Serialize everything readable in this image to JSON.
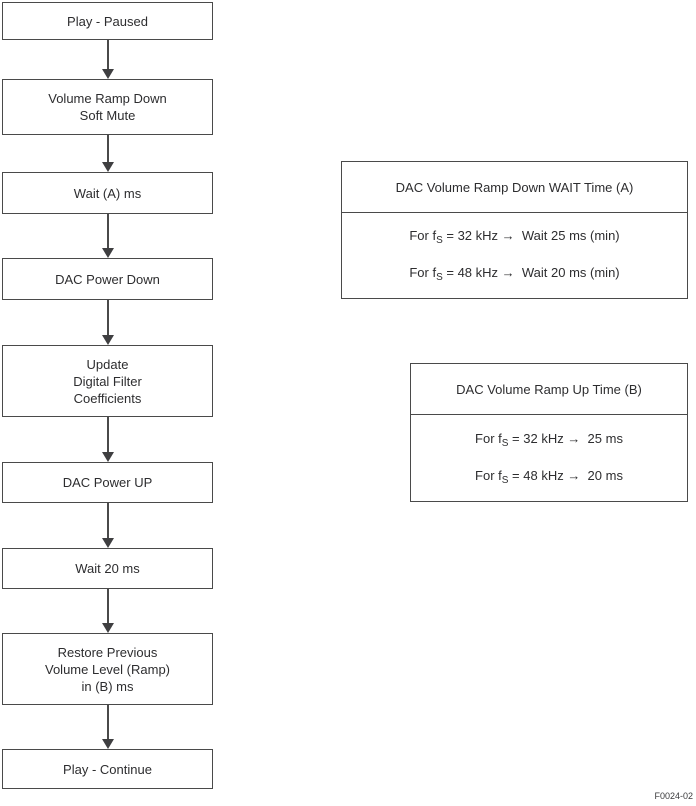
{
  "figure_label": "F0024-02",
  "colors": {
    "background": "#ffffff",
    "border": "#4a4a4a",
    "text": "#2d2d2f",
    "arrow": "#3f3f41"
  },
  "flow": {
    "boxes": [
      {
        "label": "Play - Paused"
      },
      {
        "label": "Volume Ramp Down\nSoft Mute"
      },
      {
        "label": "Wait (A) ms"
      },
      {
        "label": "DAC Power Down"
      },
      {
        "label": "Update\nDigital Filter\nCoefficients"
      },
      {
        "label": "DAC Power UP"
      },
      {
        "label": "Wait 20 ms"
      },
      {
        "label": "Restore Previous\nVolume Level (Ramp)\nin (B) ms"
      },
      {
        "label": "Play - Continue"
      }
    ]
  },
  "info_boxes": [
    {
      "title": "DAC Volume Ramp Down WAIT Time (A)",
      "rows": [
        {
          "prefix": "For f",
          "sub": "S",
          "rest": " = 32 kHz →  Wait 25 ms (min)"
        },
        {
          "prefix": "For f",
          "sub": "S",
          "rest": " = 48 kHz →  Wait 20 ms (min)"
        }
      ]
    },
    {
      "title": "DAC Volume Ramp Up Time (B)",
      "rows": [
        {
          "prefix": "For f",
          "sub": "S",
          "rest": " = 32 kHz →  25 ms"
        },
        {
          "prefix": "For f",
          "sub": "S",
          "rest": " = 48 kHz →  20 ms"
        }
      ]
    }
  ]
}
